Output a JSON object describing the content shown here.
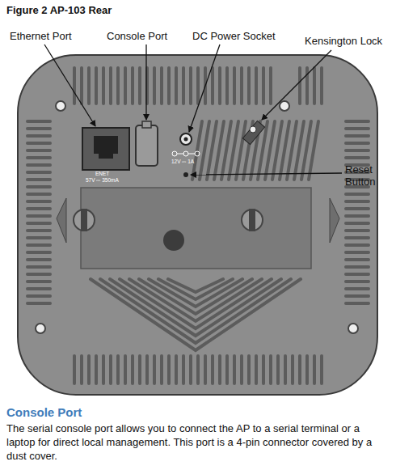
{
  "diagram": {
    "title": "Figure 2 AP-103 Rear",
    "labels": [
      "Ethernet Port",
      "Console Port",
      "DC Power Socket",
      "Kensington Lock",
      "Reset Button",
      "ENET",
      "57V ⎓ 350mA",
      "12V ⎓ 1A",
      "Console Port",
      "The serial console port allows you to connect the AP to a serial terminal or a laptop for direct local management. This port is a 4-pin connector covered by a dust cover."
    ]
  }
}
